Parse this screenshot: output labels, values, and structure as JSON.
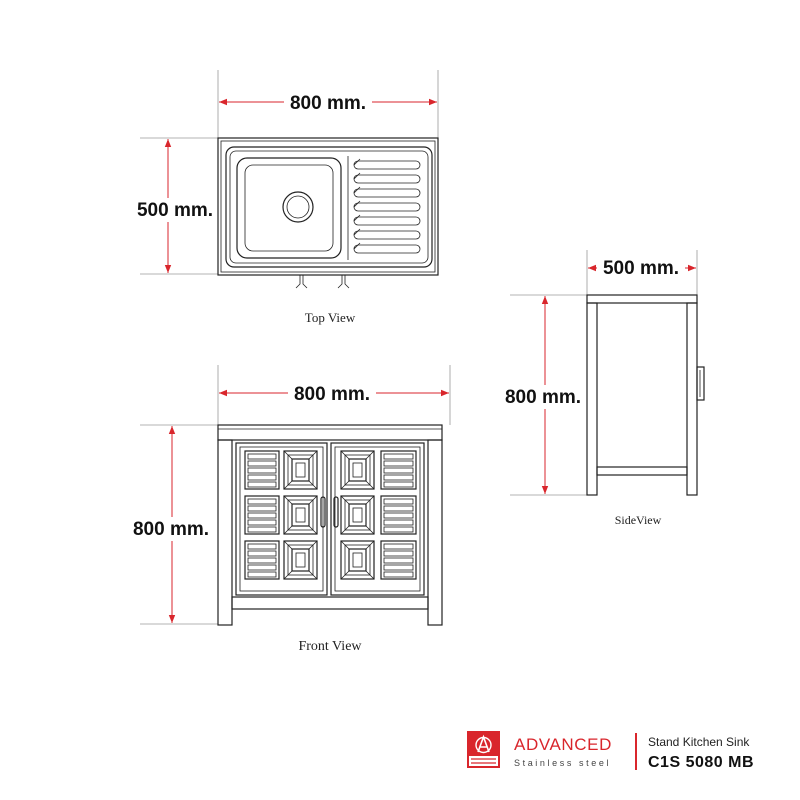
{
  "top_view": {
    "label": "Top View",
    "width_dim": "800 mm.",
    "height_dim": "500 mm."
  },
  "front_view": {
    "label": "Front View",
    "width_dim": "800 mm.",
    "height_dim": "800 mm."
  },
  "side_view": {
    "label": "SideView",
    "width_dim": "500 mm.",
    "height_dim": "800 mm."
  },
  "brand": {
    "name": "ADVANCED",
    "tagline": "Stainless steel",
    "product_type": "Stand Kitchen Sink",
    "model": "C1S 5080 MB"
  },
  "colors": {
    "dimension": "#d9262c",
    "line": "#222222",
    "brand": "#d9262c"
  }
}
